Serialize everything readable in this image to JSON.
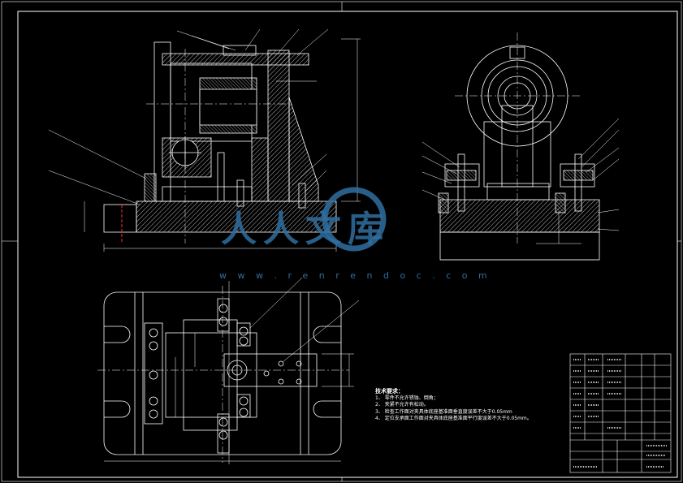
{
  "tech_requirements": {
    "heading": "技术要求：",
    "items": [
      "1、  零件不允许锈蚀、倒角；",
      "2、  夹紧不允许有松动。",
      "3、  检查工作面对夹具体底座基准面垂直度误差不大于0.05mm",
      "4、  定位支承面工作面对夹具体底座基准面平行度误差不大于0.05mm。"
    ]
  },
  "watermark": {
    "brand": "人人文库",
    "url": "w w w . r e n r e n d o c . c o m"
  },
  "colors": {
    "background": "#000000",
    "line": "#ffffff",
    "hatch": "#ffffff",
    "dimension": "#ffffff",
    "section_cut": "#ff2a2a",
    "watermark": "#2f6fa0"
  }
}
